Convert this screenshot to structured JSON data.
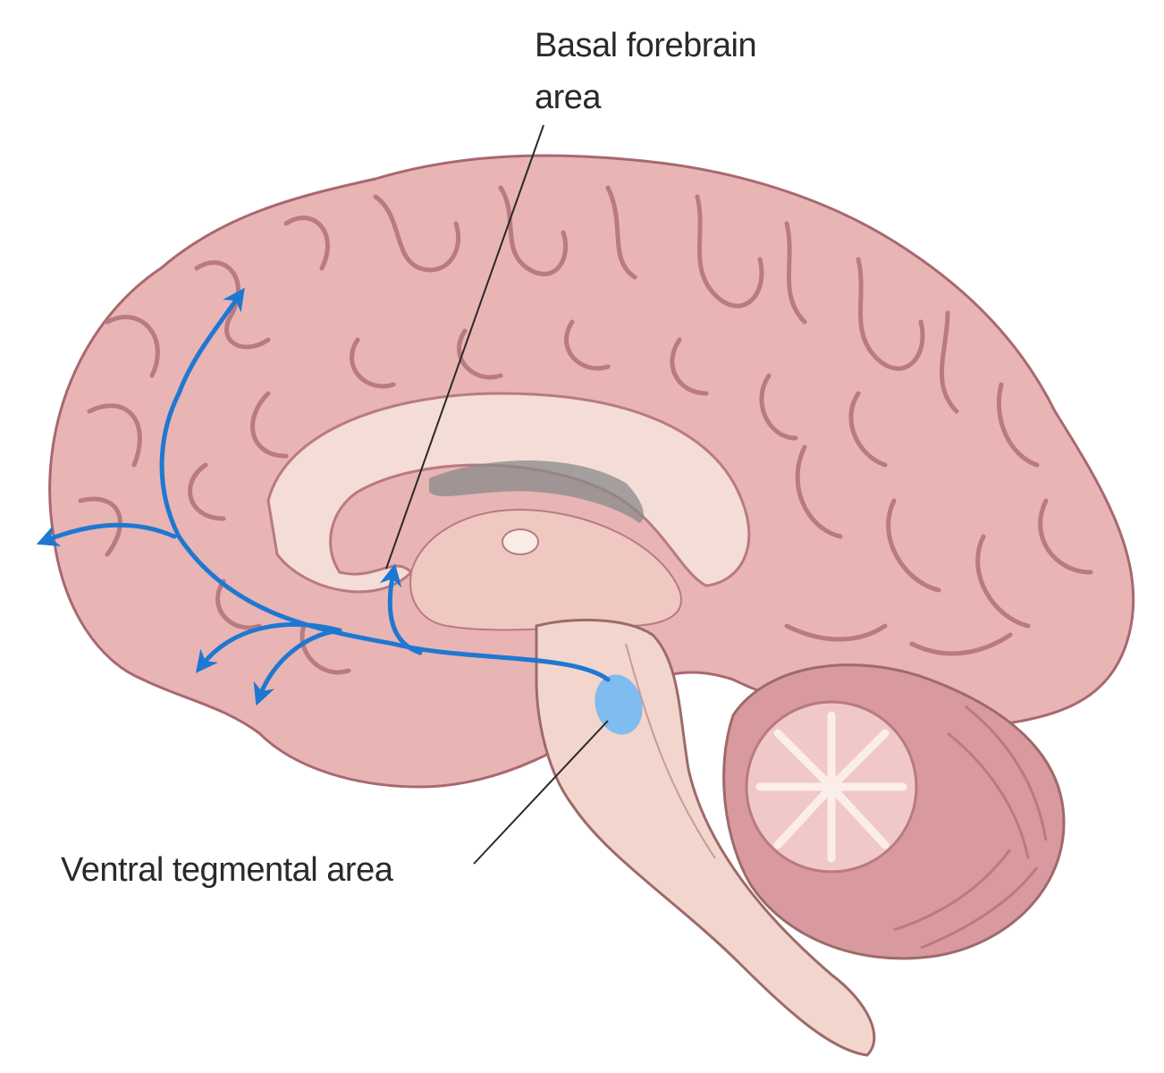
{
  "labels": {
    "basal_forebrain_line1": "Basal forebrain",
    "basal_forebrain_line2": "area",
    "ventral_tegmental": "Ventral tegmental area"
  },
  "colors": {
    "cortex": "#e8b4b4",
    "cortex_shadow": "#b97a80",
    "white_matter": "#f4ddd6",
    "pathway": "#1e78d2",
    "vta": "#7fbcf0",
    "ventricle": "#8a8a8a",
    "text": "#2a2a2a"
  }
}
